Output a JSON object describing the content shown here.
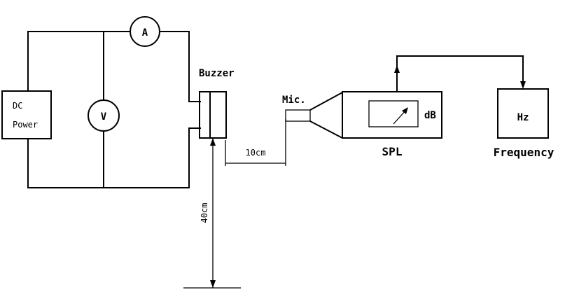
{
  "labels": {
    "dc_power_line1": "DC",
    "dc_power_line2": "Power",
    "ammeter": "A",
    "voltmeter": "V",
    "buzzer": "Buzzer",
    "mic": "Mic.",
    "distance_horizontal": "10cm",
    "distance_vertical": "40cm",
    "spl_unit": "dB",
    "spl": "SPL",
    "frequency_unit": "Hz",
    "frequency": "Frequency"
  }
}
